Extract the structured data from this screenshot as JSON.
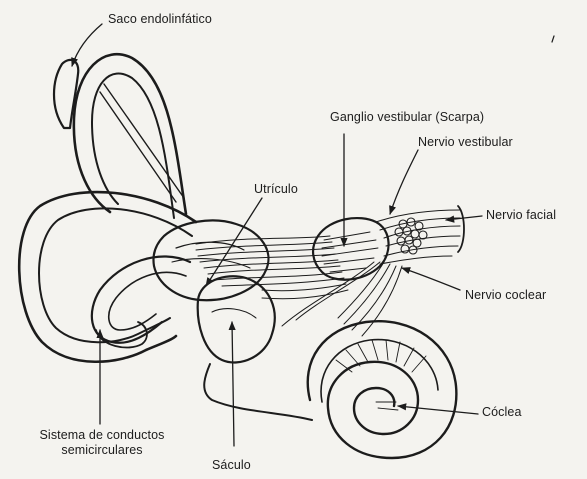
{
  "diagram": {
    "labels": {
      "saco_endolinfatico": "Saco endolinfático",
      "ganglio_vestibular": "Ganglio vestibular (Scarpa)",
      "nervio_vestibular": "Nervio vestibular",
      "utriculo": "Utrículo",
      "nervio_facial": "Nervio facial",
      "nervio_coclear": "Nervio coclear",
      "coclea": "Cóclea",
      "sistema_line1": "Sistema de conductos",
      "sistema_line2": "semicirculares",
      "saculo": "Sáculo"
    }
  }
}
